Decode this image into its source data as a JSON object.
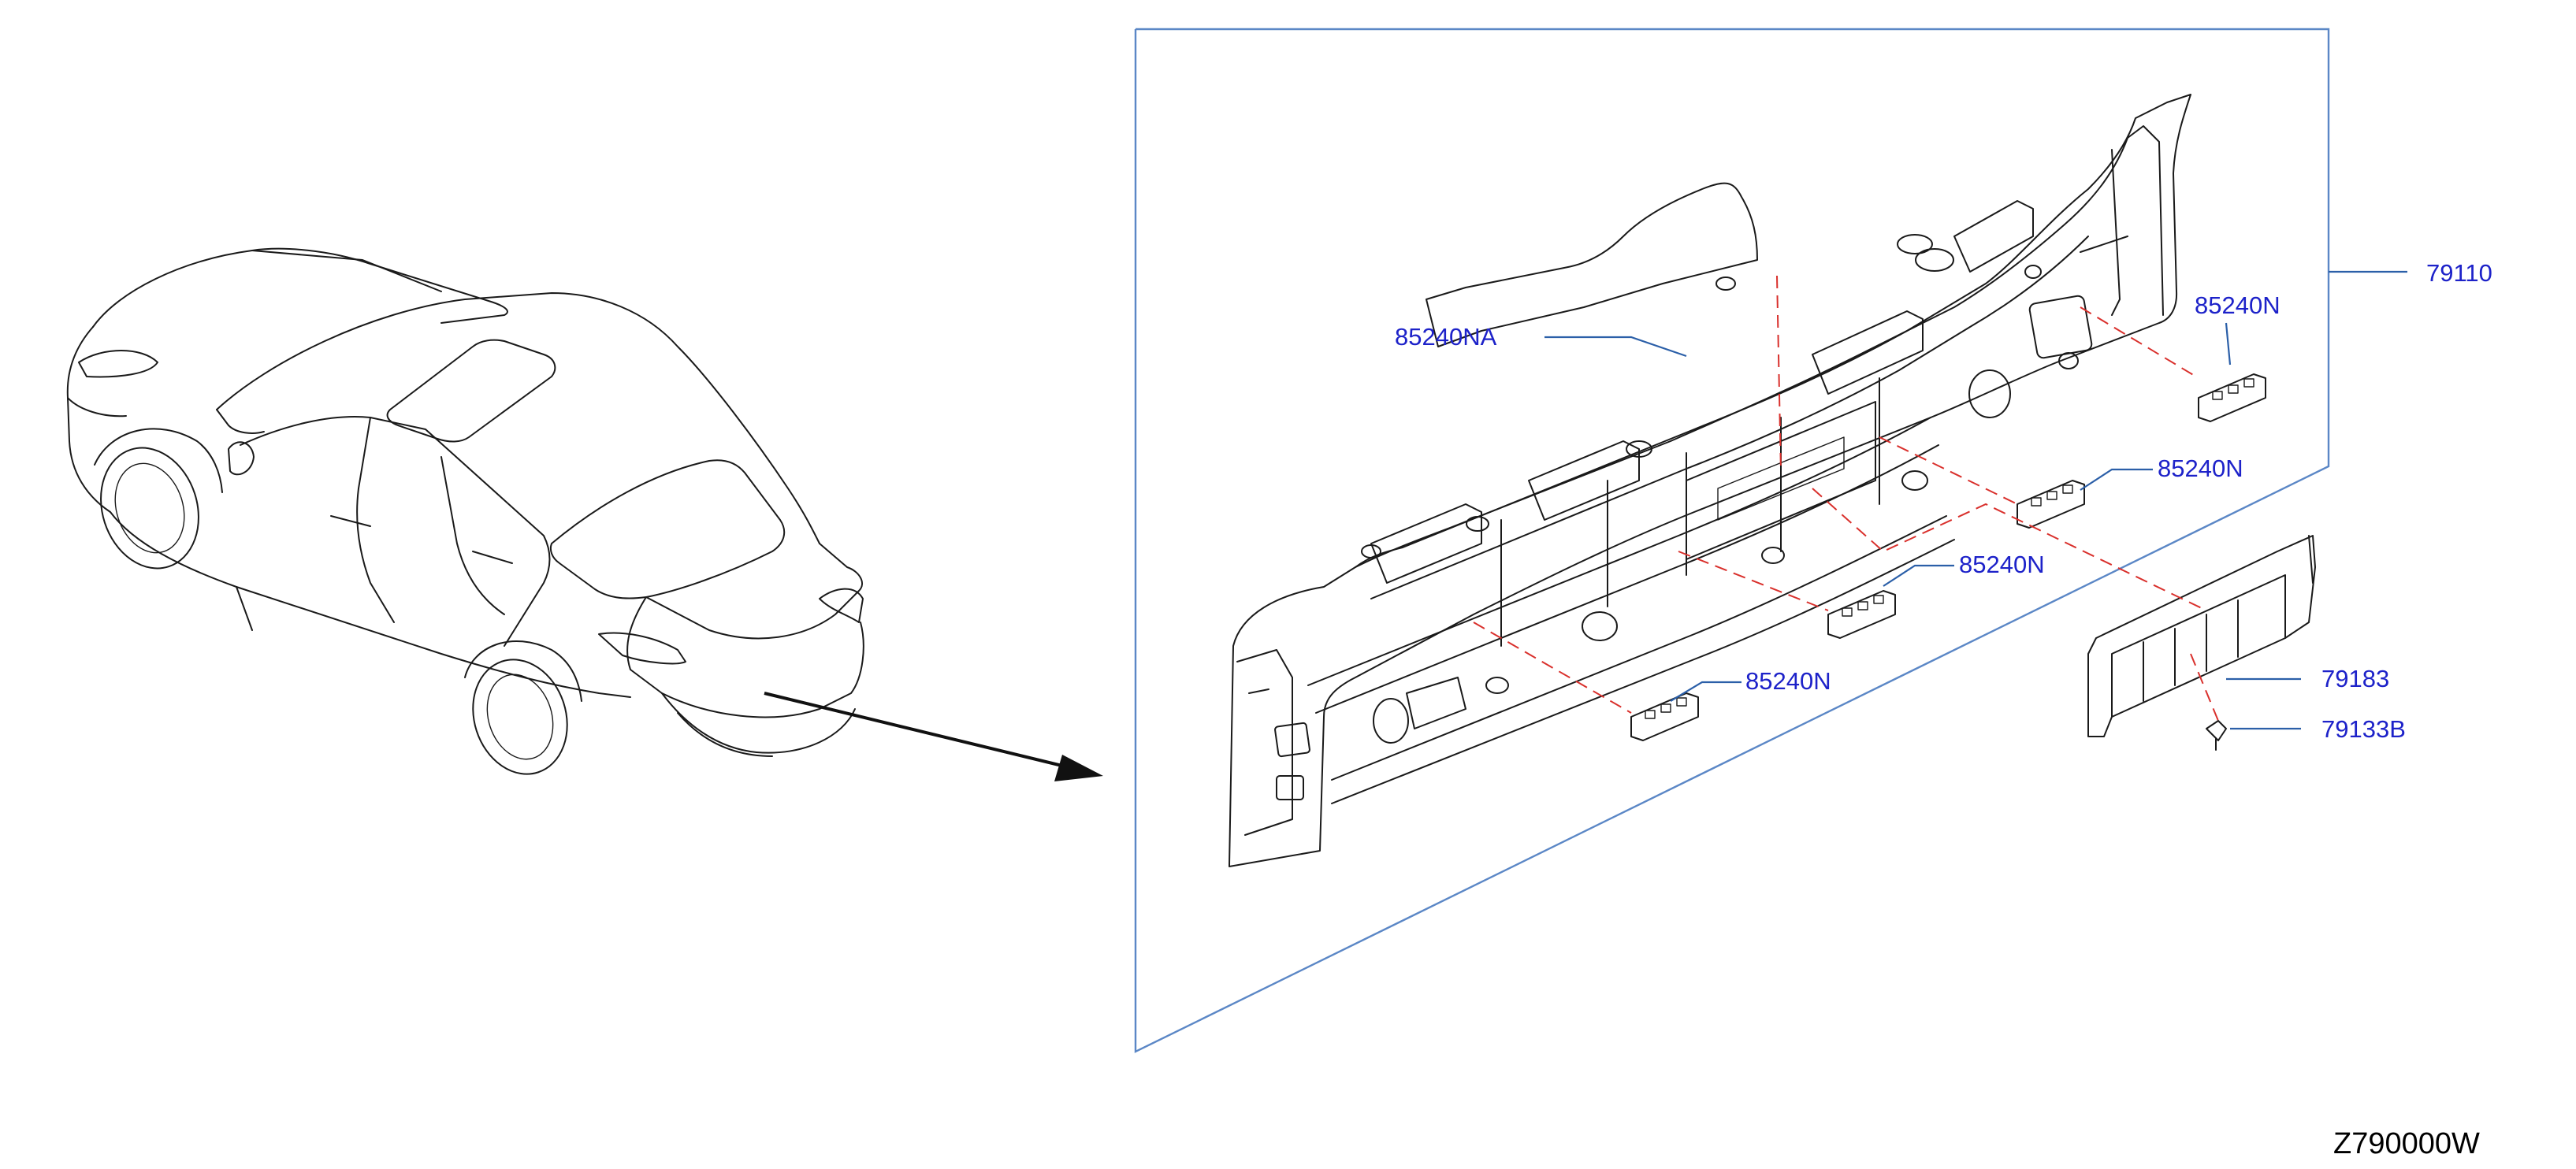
{
  "diagram": {
    "drawing_code": "Z790000W",
    "callouts": [
      {
        "id": "c-79110",
        "text": "79110"
      },
      {
        "id": "c-85240NA",
        "text": "85240NA"
      },
      {
        "id": "c-85240N-a",
        "text": "85240N"
      },
      {
        "id": "c-85240N-b",
        "text": "85240N"
      },
      {
        "id": "c-85240N-c",
        "text": "85240N"
      },
      {
        "id": "c-85240N-d",
        "text": "85240N"
      },
      {
        "id": "c-79183",
        "text": "79183"
      },
      {
        "id": "c-79133B",
        "text": "79133B"
      }
    ],
    "colors": {
      "callout_text": "#1d22c9",
      "leader_line": "#2b5fa8",
      "frame_line": "#5b87c6",
      "alignment_dash": "#d9302c",
      "line_art": "#1a1a1a",
      "background": "#ffffff"
    }
  }
}
